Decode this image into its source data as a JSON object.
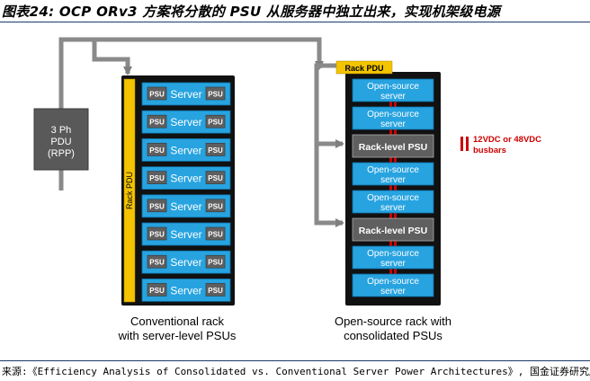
{
  "title": "图表24: OCP ORv3 方案将分散的 PSU 从服务器中独立出来，实现机架级电源",
  "source": "来源:《Efficiency Analysis of Consolidated vs. Conventional Server Power Architectures》, 国金证券研究所",
  "diagram": {
    "pdu_3ph": [
      "3 Ph",
      "PDU",
      "(RPP)"
    ],
    "conventional_rack": {
      "rack_pdu_label": "Rack PDU",
      "psu_label": "PSU",
      "server_label": "Server",
      "server_count": 8,
      "caption": [
        "Conventional rack",
        "with server-level PSUs"
      ]
    },
    "opensource_rack": {
      "rack_pdu_label": "Rack PDU",
      "slots": [
        [
          "Open-source",
          "server"
        ],
        [
          "Open-source",
          "server"
        ],
        [
          "Rack-level PSU"
        ],
        [
          "Open-source",
          "server"
        ],
        [
          "Open-source",
          "server"
        ],
        [
          "Rack-level PSU"
        ],
        [
          "Open-source",
          "server"
        ],
        [
          "Open-source",
          "server"
        ]
      ],
      "caption": [
        "Open-source rack with",
        "consolidated PSUs"
      ]
    },
    "legend": {
      "label": [
        "12VDC or 48VDC",
        "busbars"
      ],
      "color": "#cc0000"
    },
    "colors": {
      "server_blue": "#27a3e0",
      "psu_gray": "#5f5f5f",
      "rack_pdu_yellow": "#f4c400",
      "arrow_gray": "#7f7f7f",
      "rack_black": "#111111"
    }
  }
}
